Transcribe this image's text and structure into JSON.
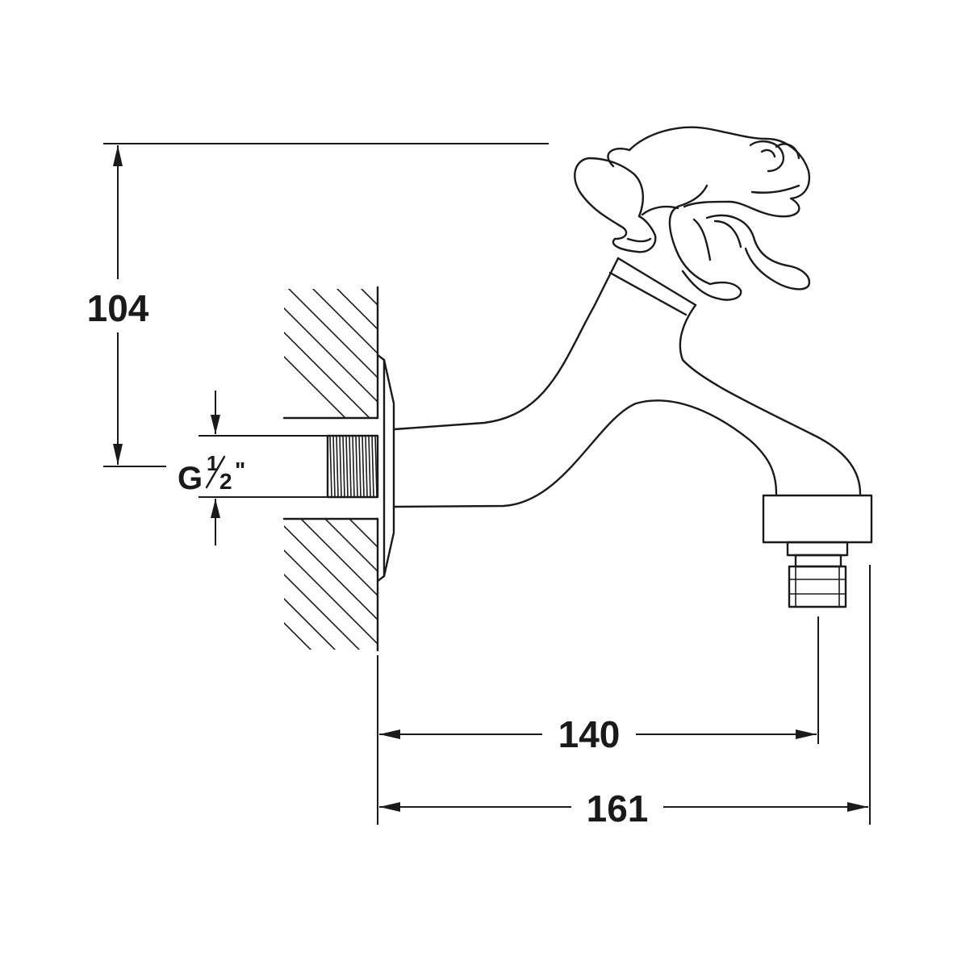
{
  "dimensions": {
    "height_label": "104",
    "inner_length_label": "140",
    "overall_length_label": "161"
  },
  "thread": {
    "prefix": "G",
    "numerator": "1",
    "denominator": "2",
    "inch_mark": "\""
  },
  "colors": {
    "line": "#1a1a1a",
    "background": "#ffffff"
  }
}
